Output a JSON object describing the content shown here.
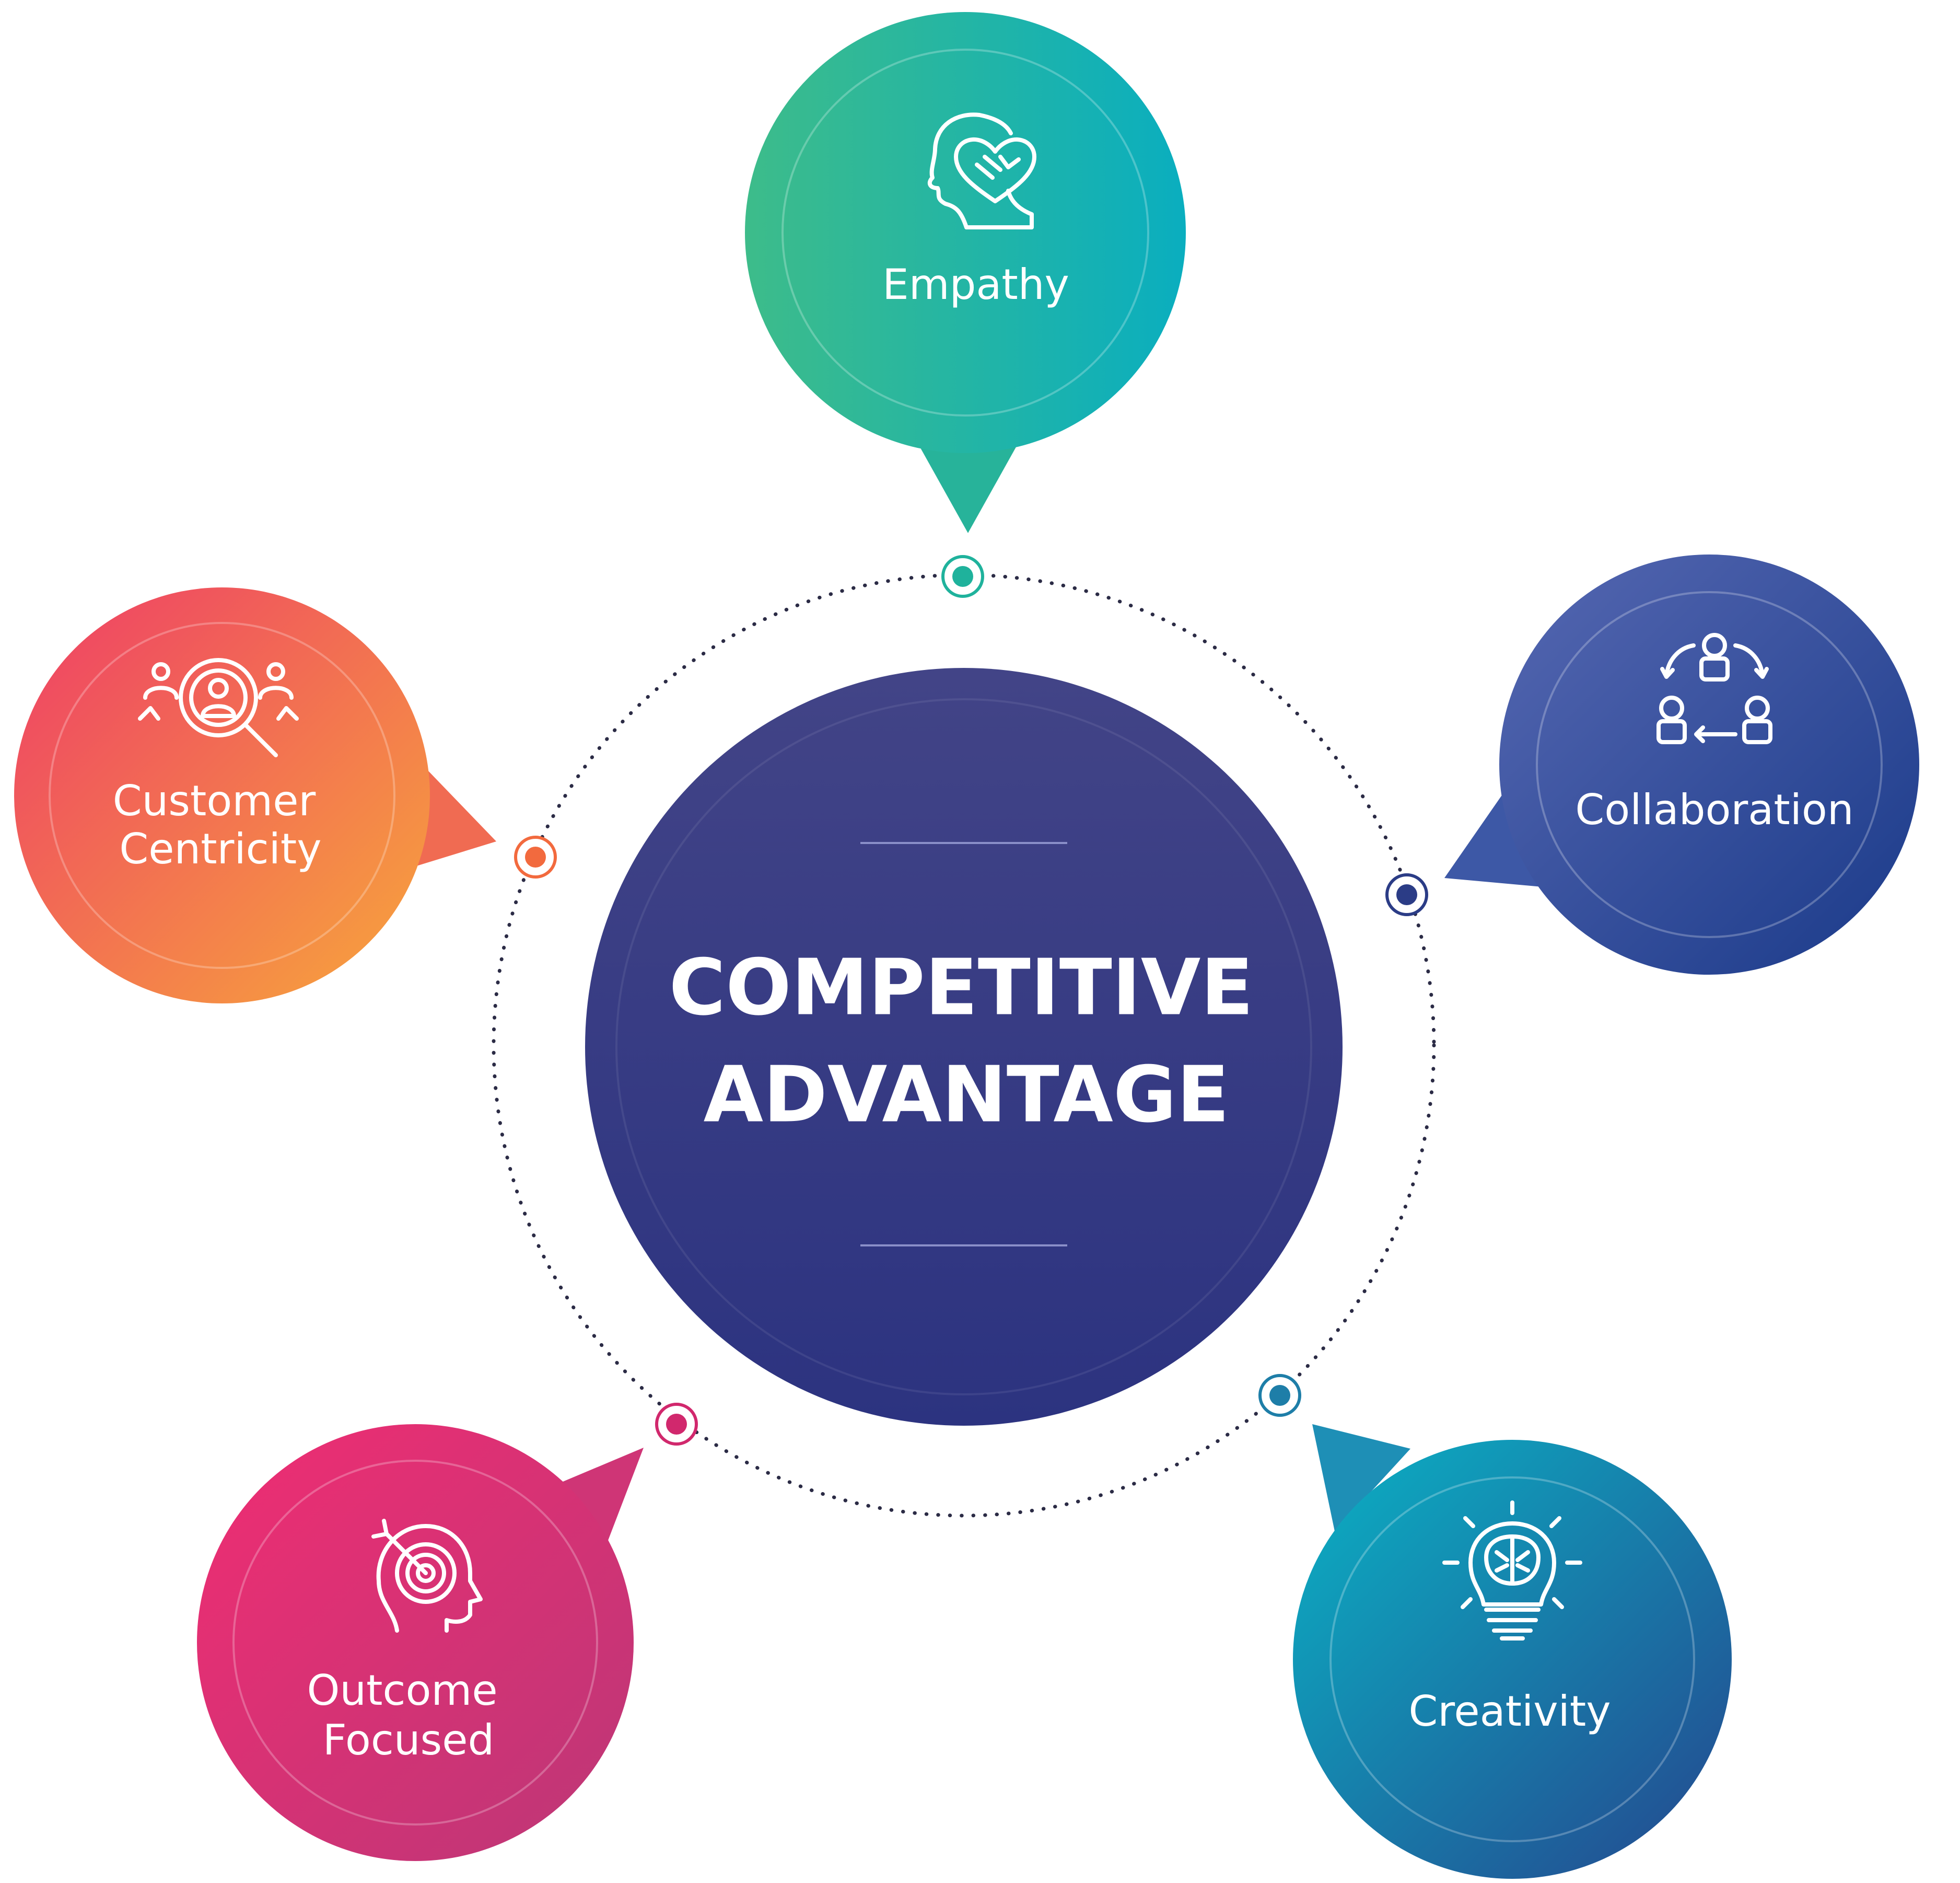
{
  "center": {
    "line1": "COMPETITIVE",
    "line2": "ADVANTAGE",
    "color": "#37387f"
  },
  "nodes": [
    {
      "id": "empathy",
      "lines": [
        "Empathy"
      ],
      "icon": "head-heart-handshake-icon",
      "colors": [
        "#3dbc8a",
        "#0aaebf"
      ]
    },
    {
      "id": "collaboration",
      "lines": [
        "Collaboration"
      ],
      "icon": "team-cycle-icon",
      "colors": [
        "#5566b0",
        "#1c3b8a"
      ]
    },
    {
      "id": "creativity",
      "lines": [
        "Creativity"
      ],
      "icon": "lightbulb-brain-icon",
      "colors": [
        "#0ab0c4",
        "#204a8f"
      ]
    },
    {
      "id": "outcome-focused",
      "lines": [
        "Outcome",
        "Focused"
      ],
      "icon": "head-target-icon",
      "colors": [
        "#ee2d74",
        "#c03676"
      ]
    },
    {
      "id": "customer-centricity",
      "lines": [
        "Customer",
        "Centricity"
      ],
      "icon": "customer-search-icon",
      "colors": [
        "#ef4663",
        "#f6a23c"
      ]
    }
  ]
}
